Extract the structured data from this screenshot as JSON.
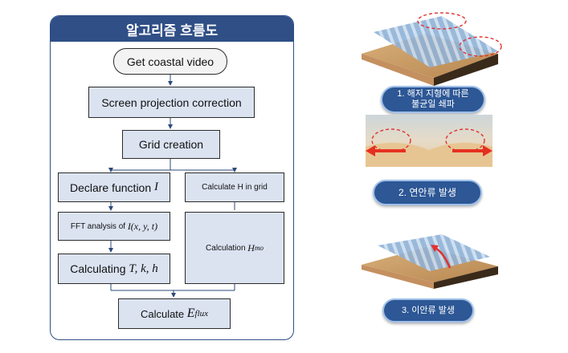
{
  "flowchart": {
    "title": "알고리즘 흐름도",
    "start": "Get coastal video",
    "step_projection": "Screen projection correction",
    "step_grid": "Grid creation",
    "step_declare_text": "Declare function ",
    "step_declare_var": "I",
    "step_fft_text": "FFT analysis of ",
    "step_fft_expr": "I(x, y, t)",
    "step_calc_text": "Calculating ",
    "step_calc_vars": "T, k, h",
    "step_calc_h_grid": "Calculate H in grid",
    "step_calc_hmo_text": "Calculation ",
    "step_calc_hmo_var": "H",
    "step_calc_hmo_sub": "mo",
    "step_eflux_text": "Calculate ",
    "step_eflux_var": "E",
    "step_eflux_sub": "flux"
  },
  "captions": {
    "c1_line1": "1. 해저 지형에 따른",
    "c1_line2": "불균일 쇄파",
    "c2": "2. 연안류 발생",
    "c3": "3. 이안류 발생"
  },
  "colors": {
    "header": "#2f4f86",
    "box_fill": "#dbe3f1",
    "badge": "#2d5795",
    "dashed_ellipse": "#e03030",
    "arrow_red": "#e53020"
  }
}
